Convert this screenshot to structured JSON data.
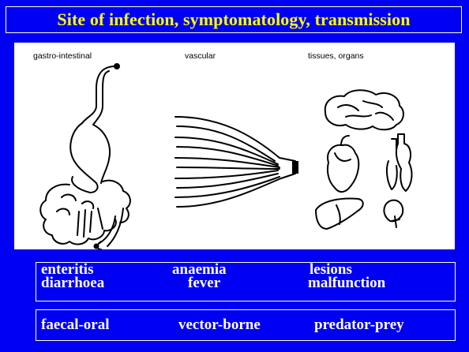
{
  "title": "Site of infection, symptomatology, transmission",
  "columns": {
    "gastro": "gastro-intestinal",
    "vascular": "vascular",
    "tissues": "tissues, organs"
  },
  "symptoms": {
    "gastro_1": "enteritis",
    "gastro_2": "diarrhoea",
    "vascular_1": "anaemia",
    "vascular_2": "fever",
    "tissues_1": "lesions",
    "tissues_2": "malfunction"
  },
  "transmission": {
    "gastro": "faecal-oral",
    "vascular": "vector-borne",
    "tissues": "predator-prey"
  },
  "colors": {
    "background": "#0000f2",
    "title": "#ffff00",
    "text": "#ffffff",
    "panel": "#ffffff"
  }
}
